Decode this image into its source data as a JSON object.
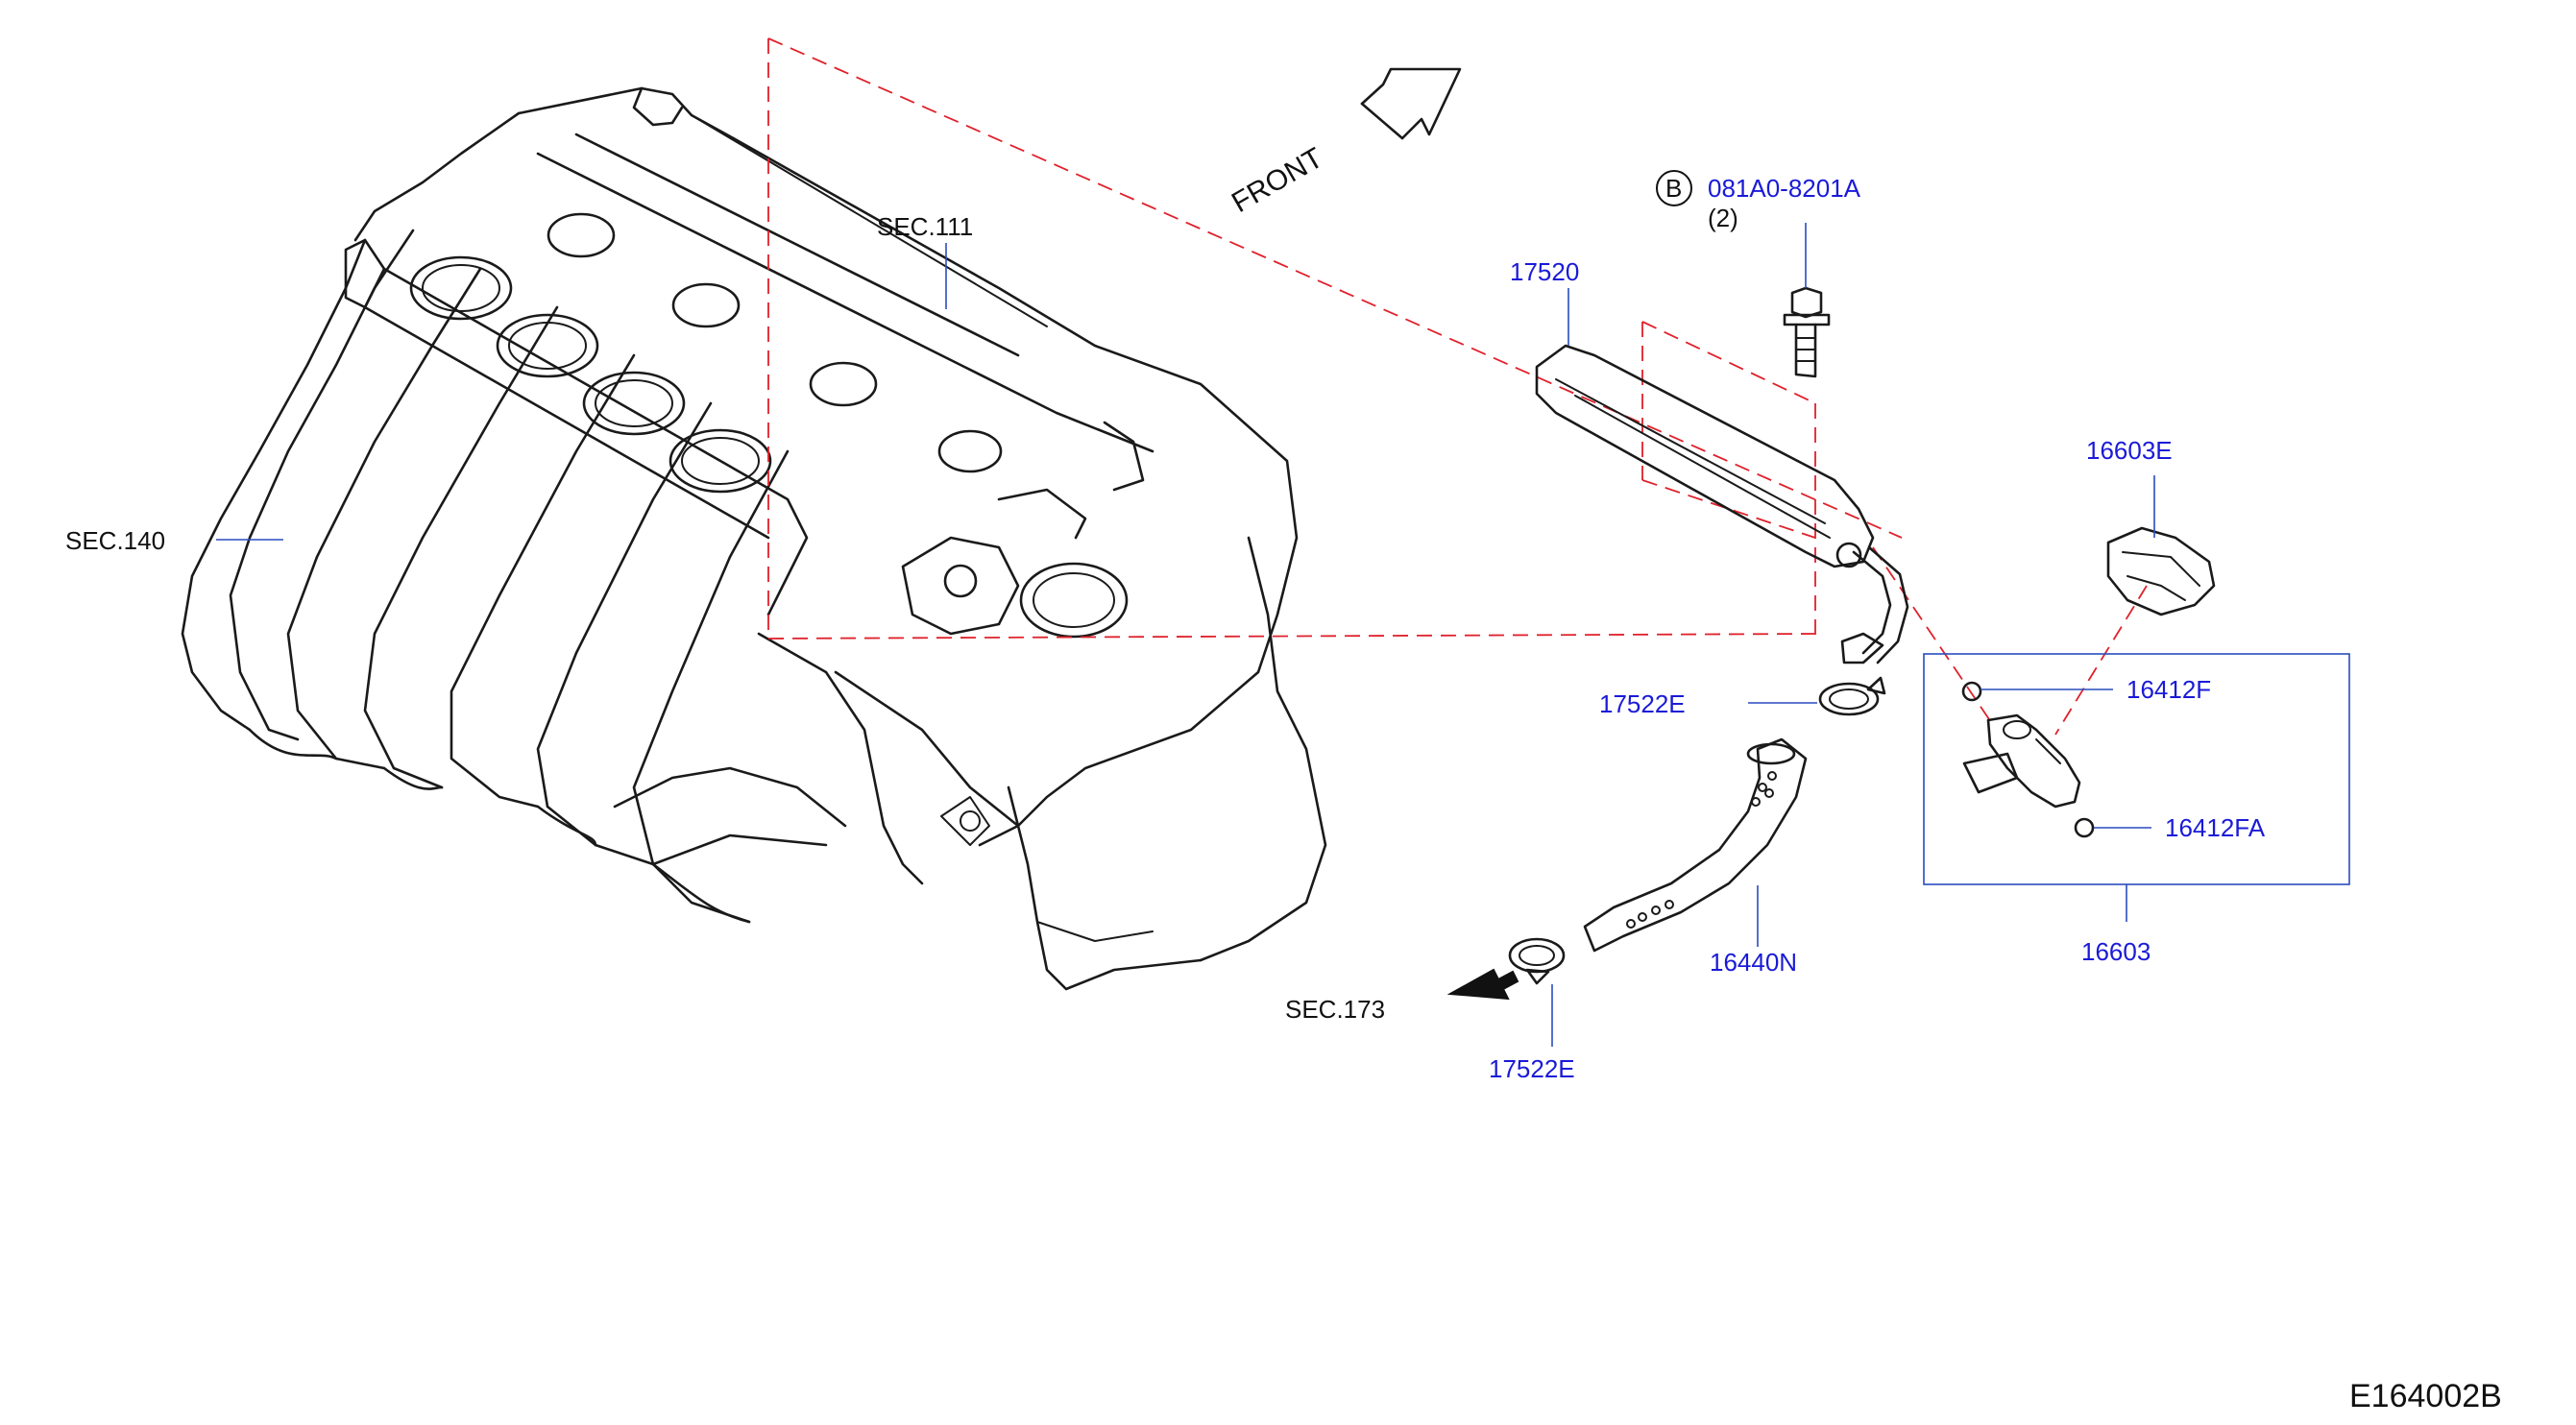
{
  "diagram_code": "E164002B",
  "front_label": "FRONT",
  "callouts": {
    "sec_111": "SEC.111",
    "sec_140": "SEC.140",
    "sec_173": "SEC.173",
    "bolt_badge": "B",
    "bolt_part": "081A0-8201A",
    "bolt_qty": "(2)",
    "fuel_tube": "17520",
    "clamp_upper": "17522E",
    "clamp_lower": "17522E",
    "hose": "16440N",
    "injector_holder": "16603E",
    "o_ring_upper": "16412F",
    "o_ring_lower": "16412FA",
    "injector_assy": "16603"
  },
  "colors": {
    "part_number_text": "#1a1ad8",
    "leader_lines": "#2a4cbf",
    "alignment_dashes": "#e0212b",
    "line_art": "#1a1a1a"
  }
}
